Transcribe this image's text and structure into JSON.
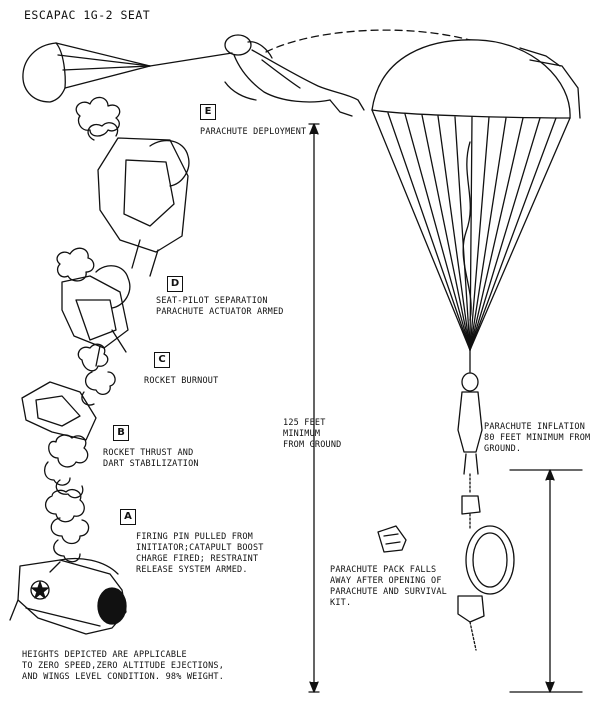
{
  "title": "ESCAPAC 1G-2 SEAT",
  "steps": [
    {
      "letter": "E",
      "text": "PARACHUTE DEPLOYMENT"
    },
    {
      "letter": "D",
      "text": "SEAT-PILOT SEPARATION\nPARACHUTE ACTUATOR ARMED"
    },
    {
      "letter": "C",
      "text": "ROCKET BURNOUT"
    },
    {
      "letter": "B",
      "text": "ROCKET THRUST AND\nDART STABILIZATION"
    },
    {
      "letter": "A",
      "text": "FIRING PIN PULLED FROM\nINITIATOR;CATAPULT BOOST\nCHARGE FIRED; RESTRAINT\nRELEASE SYSTEM ARMED."
    }
  ],
  "height_left": "125 FEET\nMINIMUM\nFROM GROUND",
  "height_right": "PARACHUTE INFLATION\n80 FEET MINIMUM FROM\nGROUND.",
  "pack_note": "PARACHUTE PACK FALLS\nAWAY AFTER OPENING OF\nPARACHUTE AND SURVIVAL\nKIT.",
  "footnote": "HEIGHTS DEPICTED ARE APPLICABLE\nTO ZERO SPEED,ZERO ALTITUDE EJECTIONS,\nAND WINGS LEVEL CONDITION.  98% WEIGHT."
}
